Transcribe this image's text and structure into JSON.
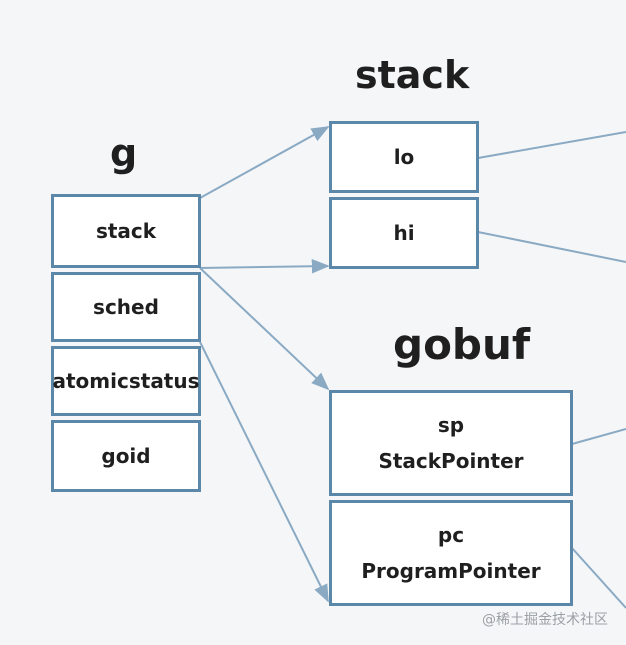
{
  "g": {
    "title": "g",
    "fields": [
      "stack",
      "sched",
      "atomicstatus",
      "goid"
    ]
  },
  "stack": {
    "title": "stack",
    "fields": [
      "lo",
      "hi"
    ]
  },
  "gobuf": {
    "title": "gobuf",
    "fields": [
      {
        "line1": "sp",
        "line2": "StackPointer"
      },
      {
        "line1": "pc",
        "line2": "ProgramPointer"
      }
    ]
  },
  "colors": {
    "border": "#5b87a8",
    "edge": "#8aaac4",
    "background": "#f5f6f8"
  },
  "watermark": "@稀土掘金技术社区"
}
